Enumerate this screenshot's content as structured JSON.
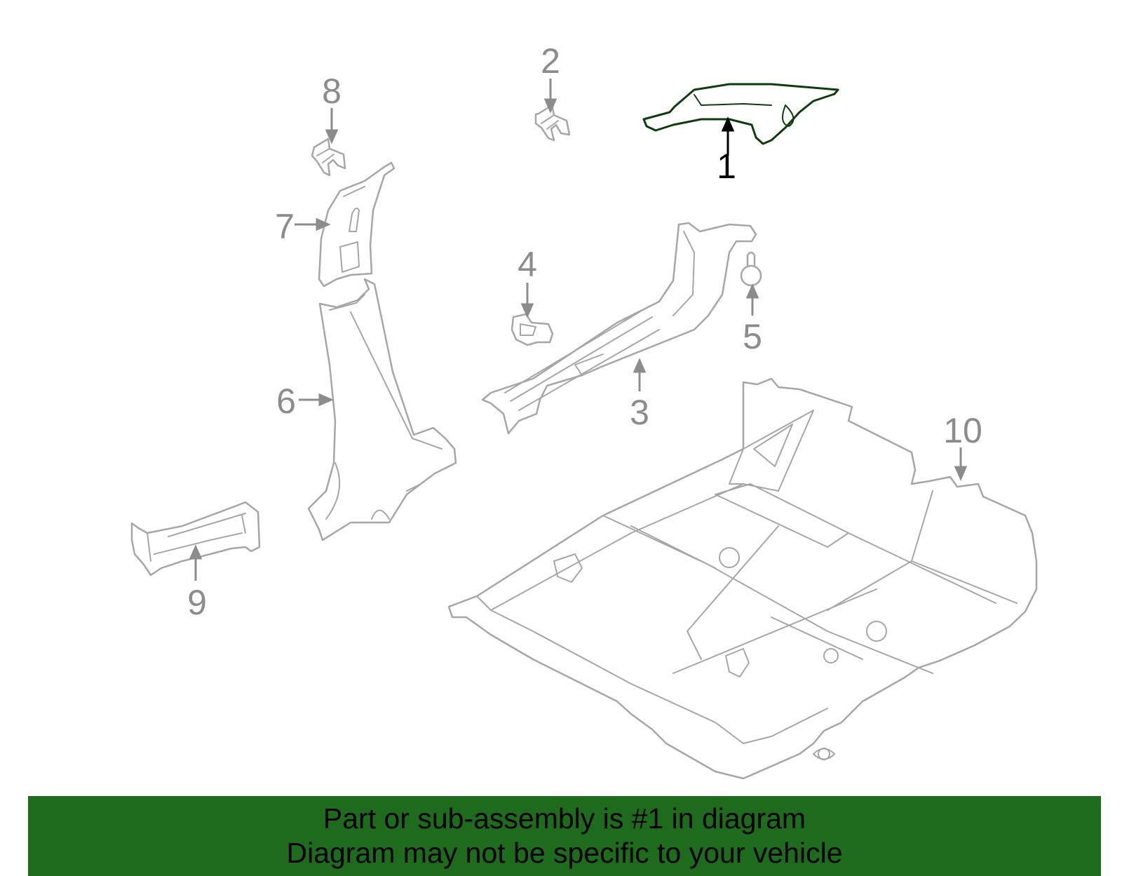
{
  "colors": {
    "background": "#ffffff",
    "highlight_fill": "#1e6b1e",
    "highlight_stroke": "#0d3d0d",
    "part_stroke": "#a6a6a6",
    "part_fill": "#ffffff",
    "callout_gray": "#8c8c8c",
    "callout_active": "#000000",
    "banner": "#1e6b1e",
    "banner_text": "#000000"
  },
  "callouts": {
    "c1": "1",
    "c2": "2",
    "c3": "3",
    "c4": "4",
    "c5": "5",
    "c6": "6",
    "c7": "7",
    "c8": "8",
    "c9": "9",
    "c10": "10"
  },
  "highlighted_part": "1",
  "footer": {
    "line1": "Part or sub-assembly is #1 in diagram",
    "line2": "Diagram may not be specific to your vehicle"
  }
}
